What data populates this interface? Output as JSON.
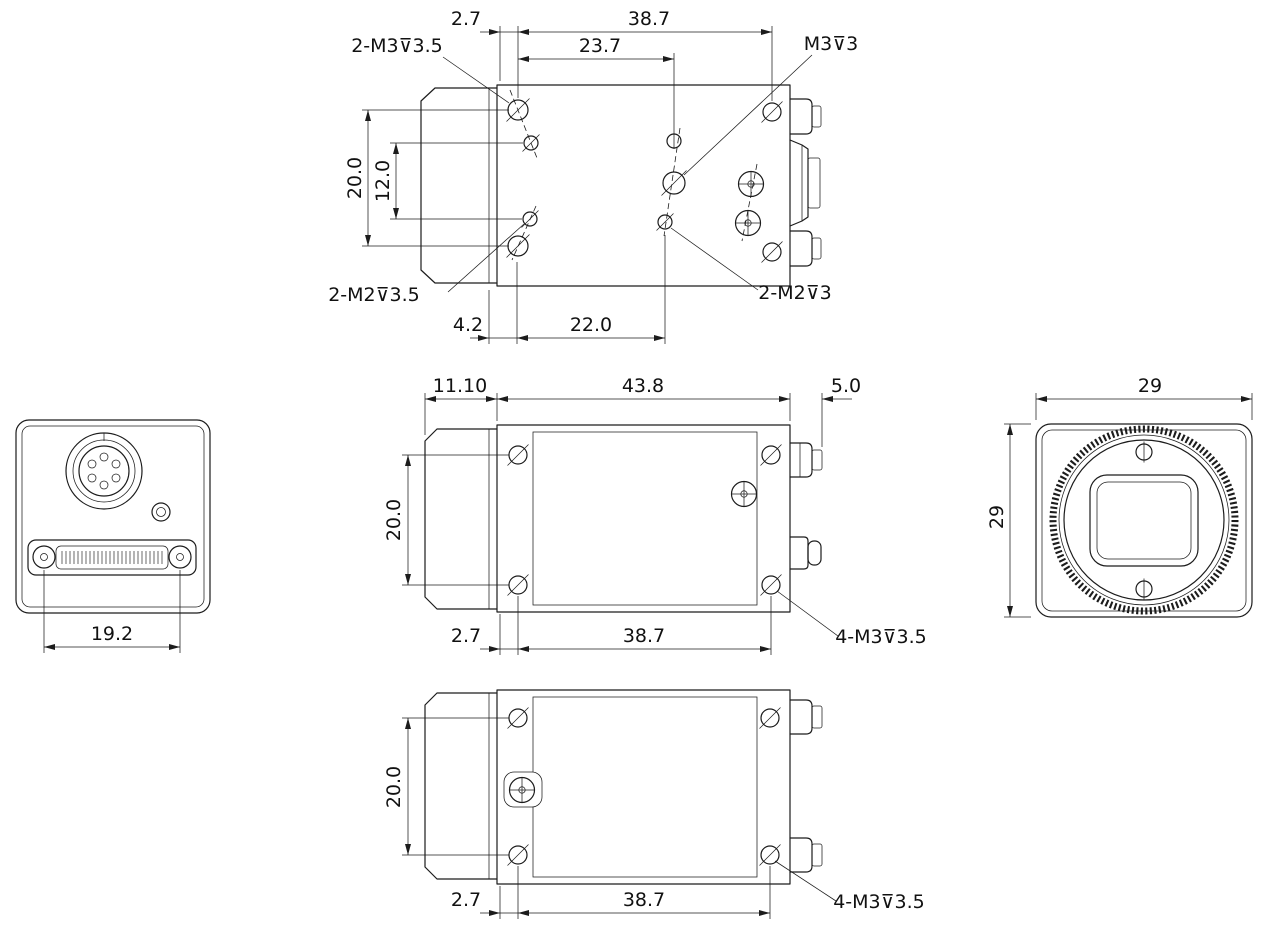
{
  "colors": {
    "background": "#ffffff",
    "line": "#1c1c1c"
  },
  "top_view": {
    "dim_top_offset": "2.7",
    "dim_top_screw_span": "38.7",
    "dim_top_center_span": "23.7",
    "thread_label_top_left": "2-M3⊽3.5",
    "thread_label_top_right": "M3⊽3",
    "dim_side_outer": "20.0",
    "dim_side_inner": "12.0",
    "thread_label_bottom_left": "2-M2⊽3.5",
    "thread_label_bottom_right": "2-M2⊽3",
    "dim_bottom_offset": "4.2",
    "dim_bottom_span": "22.0"
  },
  "front_view": {
    "dim_connector_screw_span": "19.2"
  },
  "side_view": {
    "dim_lens_depth": "11.10",
    "dim_body_depth": "43.8",
    "dim_connector_depth": "5.0",
    "dim_screw_vertical_span": "20.0",
    "dim_bottom_offset": "2.7",
    "dim_bottom_screw_span": "38.7",
    "thread_label_screws": "4-M3⊽3.5"
  },
  "rear_view": {
    "dim_width": "29",
    "dim_height": "29"
  },
  "bottom_view": {
    "dim_screw_vertical_span": "20.0",
    "dim_bottom_offset": "2.7",
    "dim_bottom_screw_span": "38.7",
    "thread_label_screws": "4-M3⊽3.5"
  }
}
